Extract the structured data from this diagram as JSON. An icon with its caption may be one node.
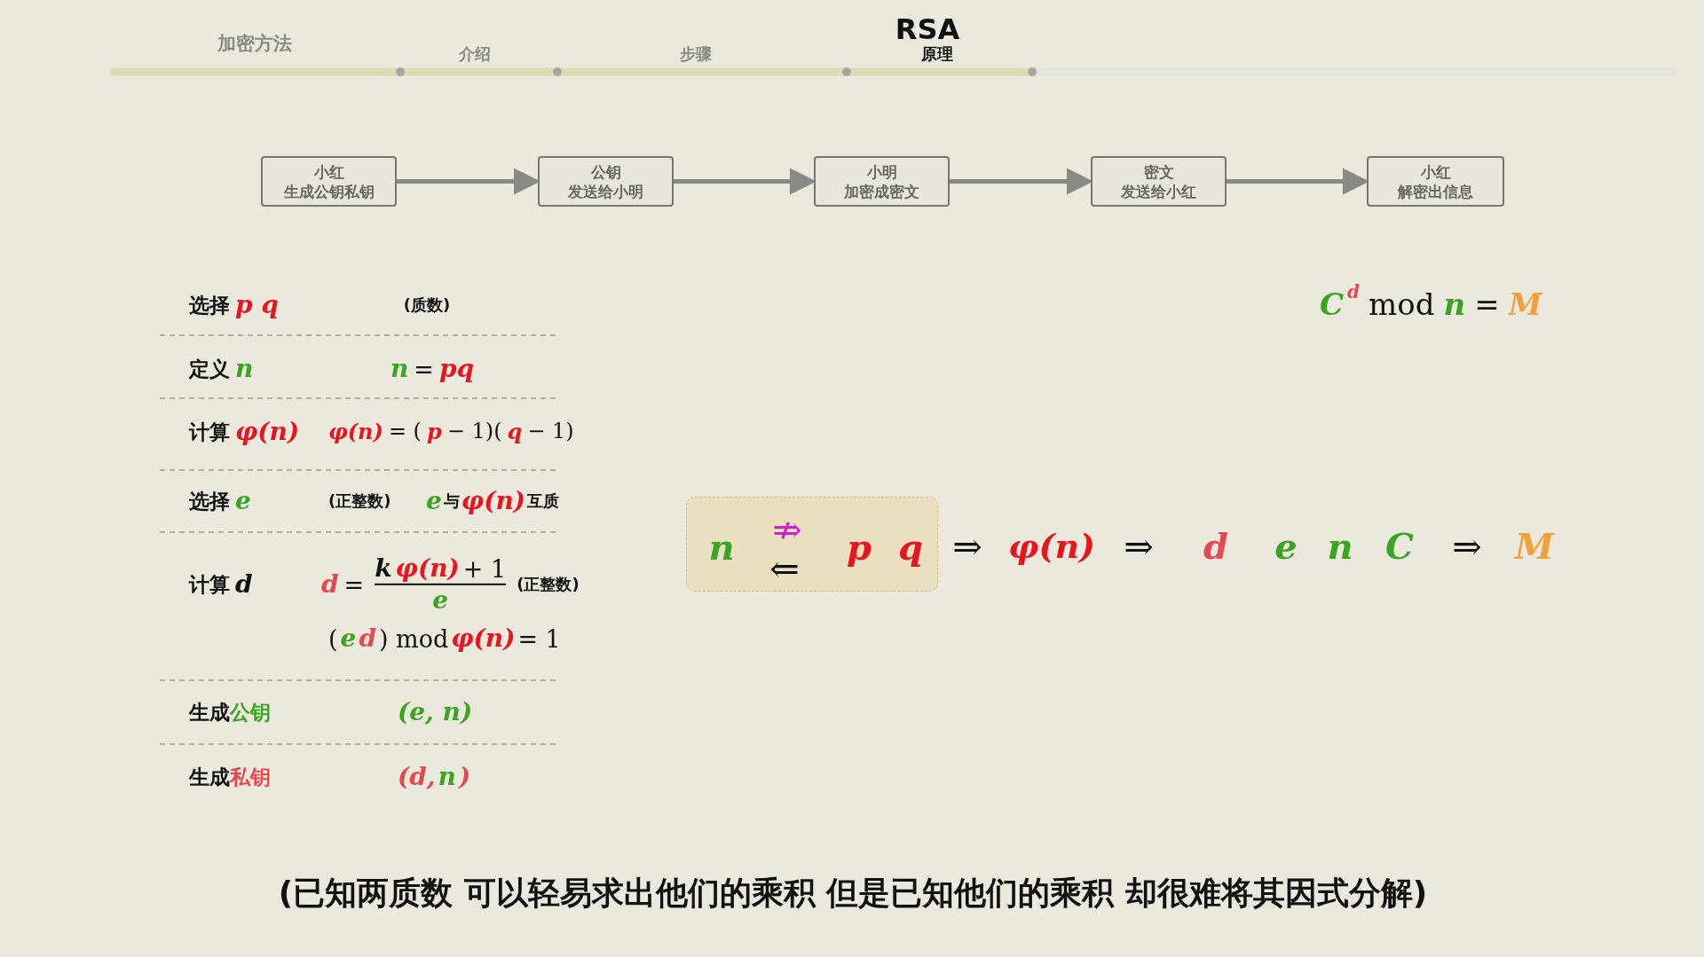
{
  "diagram": {
    "nodes": [
      {
        "text": [
          "小红",
          "生成公钥私钥"
        ]
      },
      {
        "text": [
          "公钥",
          "发送给小明"
        ]
      },
      {
        "text": [
          "小明",
          "加密成密文"
        ]
      },
      {
        "text": [
          "密文",
          "发送给小红"
        ]
      },
      {
        "text": [
          "小红",
          "解密出信息"
        ]
      },
      {
        "text": [
          "n",
          "⇏",
          "⇐",
          "p",
          "q"
        ]
      }
    ],
    "edges": [
      {
        "from": 0,
        "to": 1,
        "arrow": "to"
      },
      {
        "from": 1,
        "to": 2,
        "arrow": "to"
      },
      {
        "from": 2,
        "to": 3,
        "arrow": "to"
      },
      {
        "from": 3,
        "to": 4,
        "arrow": "to"
      }
    ],
    "labels": [
      "加密方法",
      "介绍",
      "步骤",
      "RSA",
      "原理",
      "选择",
      "p q",
      "(质数)",
      "定义",
      "n",
      "n",
      "=",
      "pq",
      "计算",
      "φ(n)",
      "φ(n)",
      "= (",
      "p",
      "− 1)(",
      "q",
      "− 1)",
      "选择",
      "e",
      "(正整数)",
      "e",
      "与",
      "φ(n)",
      "互质",
      "计算",
      "d",
      "d",
      "=",
      "k",
      "φ(n)",
      "+ 1",
      "e",
      "(正整数)",
      "(",
      "e",
      "d",
      ") mod",
      "φ(n)",
      "= 1",
      "生成",
      "公钥",
      "(e, n)",
      "生成",
      "私钥",
      "(d,",
      "n",
      ")",
      "C",
      "d",
      "mod",
      "n",
      "=",
      "M",
      "⇒",
      "φ(n)",
      "⇒",
      "d",
      "e",
      "n",
      "C",
      "⇒",
      "M",
      "(已知两质数 可以轻易求出他们的乘积 但是已知他们的乘积 却很难将其因式分解)"
    ]
  }
}
